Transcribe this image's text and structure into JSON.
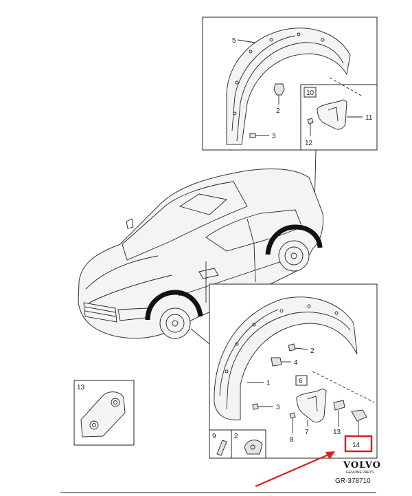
{
  "callouts": {
    "top_5": "5",
    "top_2": "2",
    "top_3": "3",
    "top_10": "10",
    "top_11": "11",
    "top_12": "12",
    "bot_2": "2",
    "bot_4": "4",
    "bot_1": "1",
    "bot_3": "3",
    "bot_6": "6",
    "bot_8": "8",
    "bot_7": "7",
    "bot_13": "13",
    "inset_13": "13",
    "small_9": "9",
    "small_2": "2"
  },
  "highlight": {
    "label": "14",
    "color": "#e21b1b"
  },
  "arrow": {
    "color": "#e21b1b"
  },
  "brand": {
    "name": "VOLVO",
    "tagline": "GENUINE PARTS"
  },
  "reference": "GR-378710"
}
